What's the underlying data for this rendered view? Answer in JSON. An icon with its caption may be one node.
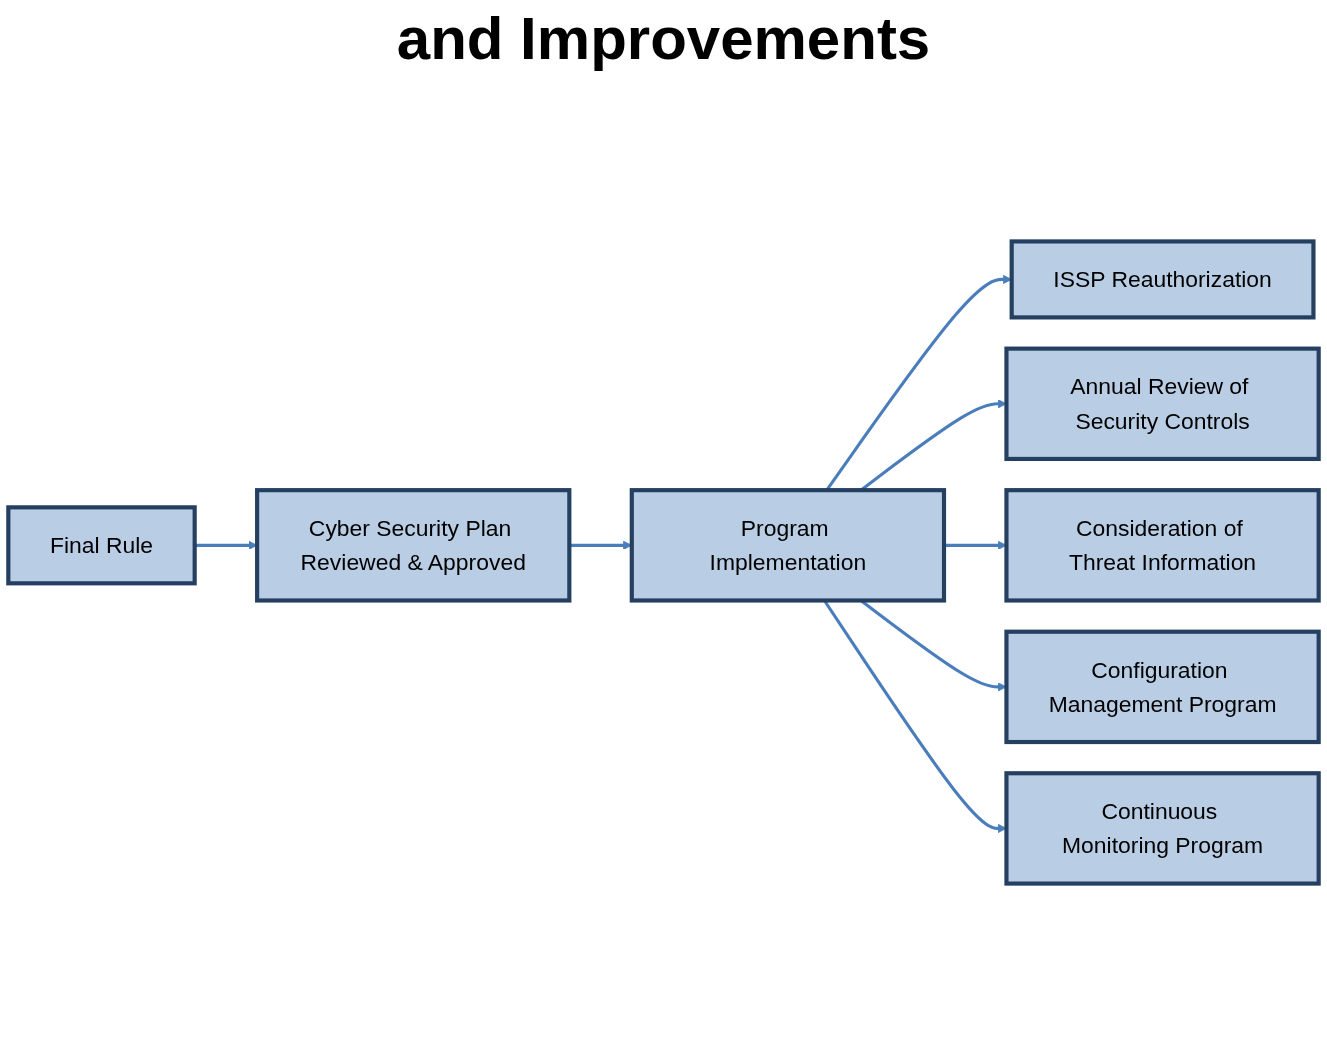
{
  "diagram": {
    "title": "and Improvements",
    "nodes": [
      {
        "text": [
          "Final Rule"
        ]
      },
      {
        "text": [
          "Cyber Security Plan Reviewed & Approved"
        ]
      },
      {
        "text": [
          "Program Implementation"
        ]
      },
      {
        "text": [
          "ISSP Reauthorization"
        ]
      },
      {
        "text": [
          "Annual Review of Security Controls"
        ]
      },
      {
        "text": [
          "Consideration of Threat Information"
        ]
      },
      {
        "text": [
          "Configuration Management Program"
        ]
      },
      {
        "text": [
          "Continuous Monitoring Program"
        ]
      }
    ],
    "edges": [
      {
        "from": 0,
        "to": 1,
        "arrow": "to",
        "color": "#4a7ebb"
      },
      {
        "from": 1,
        "to": 2,
        "arrow": "to",
        "color": "#4a7ebb"
      },
      {
        "from": 2,
        "to": 3,
        "arrow": "to",
        "color": "#4a7ebb"
      },
      {
        "from": 2,
        "to": 4,
        "arrow": "to",
        "color": "#4a7ebb"
      },
      {
        "from": 2,
        "to": 5,
        "arrow": "to",
        "color": "#4a7ebb"
      },
      {
        "from": 2,
        "to": 6,
        "arrow": "to",
        "color": "#4a7ebb"
      },
      {
        "from": 2,
        "to": 7,
        "arrow": "to",
        "color": "#4a7ebb"
      }
    ]
  }
}
